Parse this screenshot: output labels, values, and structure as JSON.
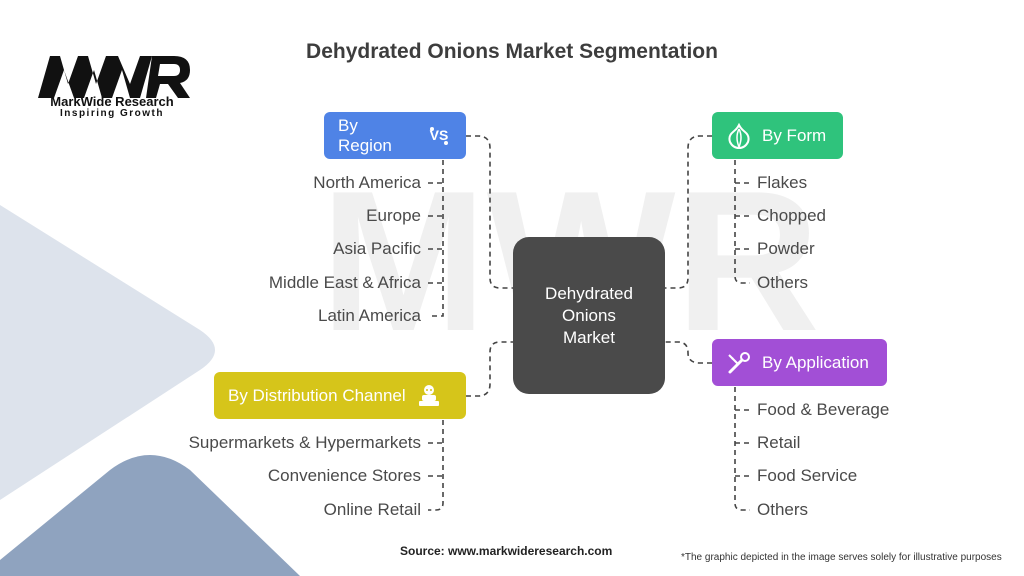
{
  "title": "Dehydrated Onions Market Segmentation",
  "logo": {
    "name": "MarkWide Research",
    "tagline": "Inspiring Growth"
  },
  "center": {
    "line1": "Dehydrated",
    "line2": "Onions",
    "line3": "Market"
  },
  "segments": {
    "region": {
      "label": "By Region",
      "color": "#4f83e6",
      "icon": "vs-icon",
      "items": [
        "North America",
        "Europe",
        "Asia Pacific",
        "Middle East & Africa",
        "Latin America"
      ]
    },
    "form": {
      "label": "By Form",
      "color": "#2fc37c",
      "icon": "onion-icon",
      "items": [
        "Flakes",
        "Chopped",
        "Powder",
        "Others"
      ]
    },
    "distribution": {
      "label": "By Distribution Channel",
      "color": "#d6c51a",
      "icon": "chef-icon",
      "items": [
        "Supermarkets & Hypermarkets",
        "Convenience Stores",
        "Online Retail"
      ]
    },
    "application": {
      "label": "By Application",
      "color": "#a24fd6",
      "icon": "tools-icon",
      "items": [
        "Food & Beverage",
        "Retail",
        "Food Service",
        "Others"
      ]
    }
  },
  "footer": {
    "source": "Source: www.markwideresearch.com",
    "disclaimer": "*The graphic depicted in the image serves solely for illustrative purposes"
  }
}
